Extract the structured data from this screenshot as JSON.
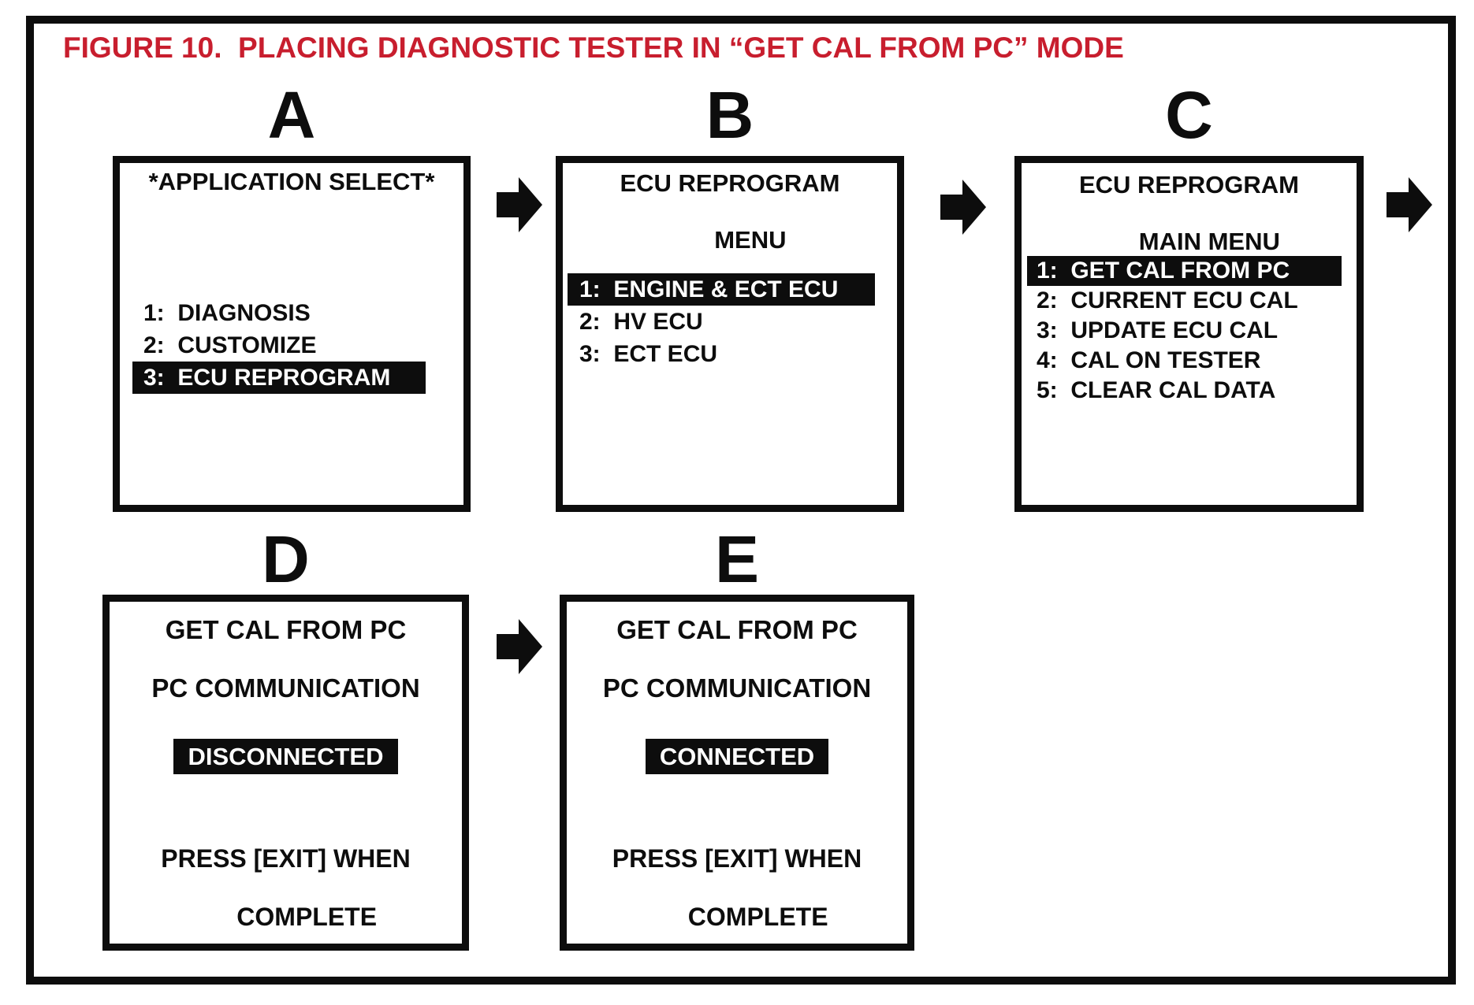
{
  "figure": {
    "title": "FIGURE 10.  PLACING DIAGNOSTIC TESTER IN “GET CAL FROM PC” MODE"
  },
  "colors": {
    "title_red": "#c81e2e",
    "ink": "#0d0d0d",
    "paper": "#ffffff",
    "highlight_bg": "#0d0d0d",
    "highlight_text": "#ffffff"
  },
  "icons": {
    "flow_arrow": "right-block-arrow"
  },
  "panels": {
    "a": {
      "label": "A",
      "header": "*APPLICATION SELECT*",
      "menu": [
        {
          "text": "1:  DIAGNOSIS",
          "selected": false
        },
        {
          "text": "2:  CUSTOMIZE",
          "selected": false
        },
        {
          "text": "3:  ECU REPROGRAM",
          "selected": true
        }
      ]
    },
    "b": {
      "label": "B",
      "header_line1": "ECU REPROGRAM",
      "header_line2": "MENU",
      "menu": [
        {
          "text": "1:  ENGINE & ECT ECU",
          "selected": true
        },
        {
          "text": "2:  HV ECU",
          "selected": false
        },
        {
          "text": "3:  ECT ECU",
          "selected": false
        }
      ]
    },
    "c": {
      "label": "C",
      "header_line1": "ECU REPROGRAM",
      "header_line2": "MAIN MENU",
      "menu": [
        {
          "text": "1:  GET CAL FROM PC",
          "selected": true
        },
        {
          "text": "2:  CURRENT ECU CAL",
          "selected": false
        },
        {
          "text": "3:  UPDATE ECU CAL",
          "selected": false
        },
        {
          "text": "4:  CAL ON TESTER",
          "selected": false
        },
        {
          "text": "5:  CLEAR CAL DATA",
          "selected": false
        }
      ]
    },
    "d": {
      "label": "D",
      "line1": "GET CAL FROM PC",
      "line2": "PC COMMUNICATION",
      "status": "DISCONNECTED",
      "footer_line1": "PRESS [EXIT] WHEN",
      "footer_line2": "COMPLETE"
    },
    "e": {
      "label": "E",
      "line1": "GET CAL FROM PC",
      "line2": "PC COMMUNICATION",
      "status": "CONNECTED",
      "footer_line1": "PRESS [EXIT] WHEN",
      "footer_line2": "COMPLETE"
    }
  }
}
